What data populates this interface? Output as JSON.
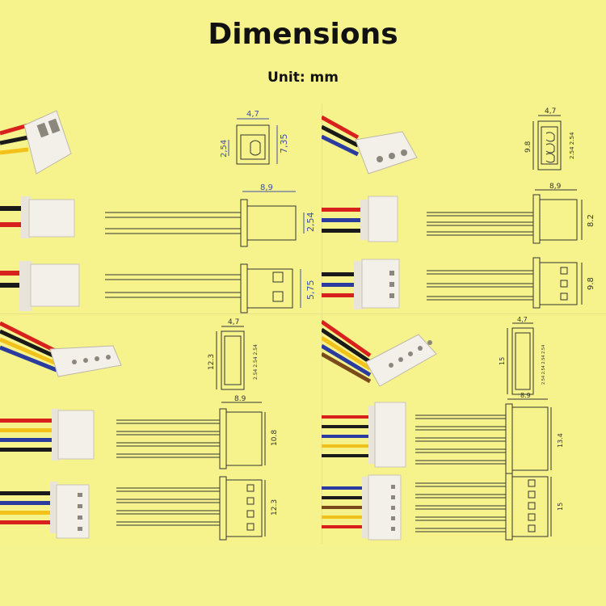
{
  "header": {
    "title": "Dimensions",
    "unit": "Unit:  mm"
  },
  "colors": {
    "background": "#f7f38c",
    "dimension_blue": "#3a4fa8",
    "drawing_line": "#333333",
    "wire_red": "#d8211d",
    "wire_black": "#1a1a1a",
    "wire_blue": "#2a3ca0",
    "wire_yellow": "#f2c21a",
    "housing_white": "#f3f0ea"
  },
  "connectors": [
    {
      "pins": 2,
      "dims": {
        "top_width": "4,7",
        "pitch": "2,54",
        "height": "7,35",
        "length": "8,9",
        "side": "2,54",
        "side2": "5,75"
      }
    },
    {
      "pins": 3,
      "dims": {
        "top_width": "4,7",
        "height": "9.8",
        "pitch_labels": "2.54 2.54",
        "length": "8,9",
        "side": "8.2",
        "side2": "9.8"
      }
    },
    {
      "pins": 4,
      "dims": {
        "top_width": "4,7",
        "height": "12.3",
        "pitch_labels": "2.54 2.54 2.54",
        "length": "8.9",
        "side": "10.8",
        "side2": "12.3"
      }
    },
    {
      "pins": 5,
      "dims": {
        "top_width": "4,7",
        "height": "15",
        "pitch_labels": "2.54 2.54 2.54 2.54",
        "length": "8.9",
        "side": "13.4",
        "side2": "15"
      }
    }
  ]
}
